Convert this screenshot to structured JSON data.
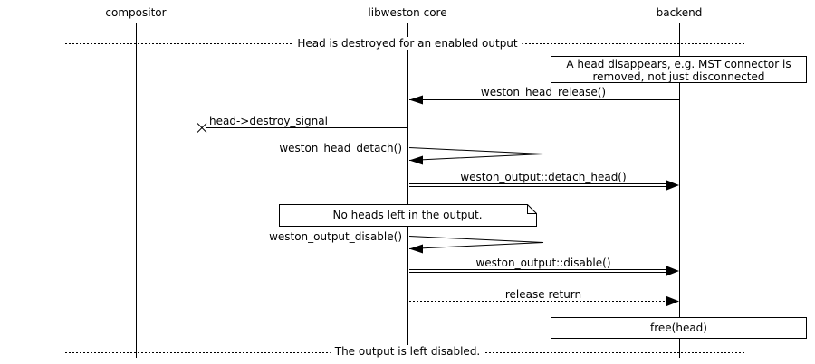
{
  "diagram": {
    "actors": [
      {
        "name": "compositor"
      },
      {
        "name": "libweston core"
      },
      {
        "name": "backend"
      }
    ],
    "dividers": {
      "top": "Head is destroyed for an enabled output",
      "bottom": "The output is left disabled."
    },
    "notes": {
      "mst_line1": "A head disappears, e.g. MST connector is",
      "mst_line2": "removed, not just disconnected",
      "no_heads": "No heads left in the output.",
      "free_head": "free(head)"
    },
    "messages": {
      "head_release": "weston_head_release()",
      "destroy_signal": "head->destroy_signal",
      "head_detach": "weston_head_detach()",
      "detach_head": "weston_output::detach_head()",
      "output_disable": "weston_output_disable()",
      "disable": "weston_output::disable()",
      "release_return": "release return"
    }
  }
}
